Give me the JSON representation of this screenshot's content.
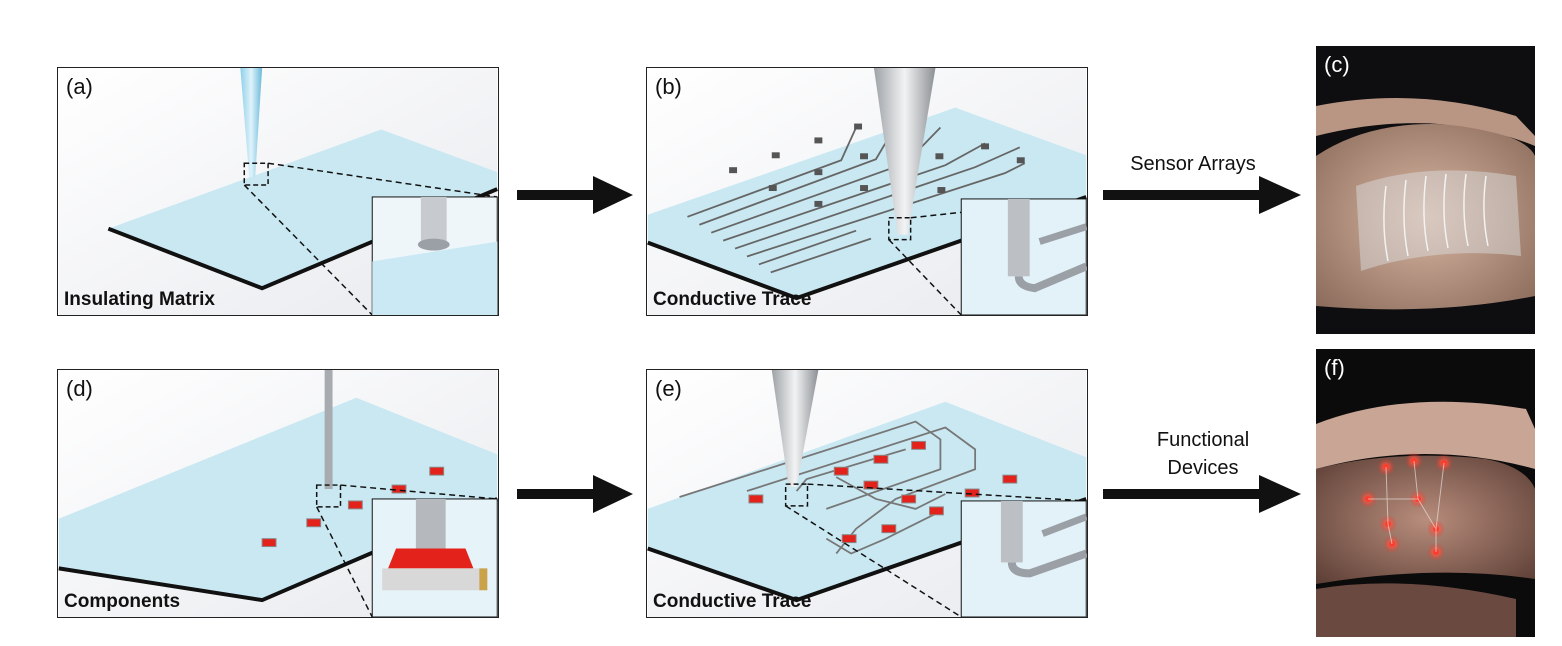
{
  "panels": [
    {
      "id": "a",
      "label": "(a)",
      "caption": "Insulating Matrix"
    },
    {
      "id": "b",
      "label": "(b)",
      "caption": "Conductive Trace"
    },
    {
      "id": "c",
      "label": "(c)"
    },
    {
      "id": "d",
      "label": "(d)",
      "caption": "Components"
    },
    {
      "id": "e",
      "label": "(e)",
      "caption": "Conductive Trace"
    },
    {
      "id": "f",
      "label": "(f)"
    }
  ],
  "arrows": {
    "top_label": "Sensor Arrays",
    "bottom_label_line1": "Functional",
    "bottom_label_line2": "Devices"
  },
  "colors": {
    "substrate": "#c9e8f2",
    "nozzle": "#b9bcc0",
    "led": "#e3231b",
    "frame": "#222222"
  }
}
